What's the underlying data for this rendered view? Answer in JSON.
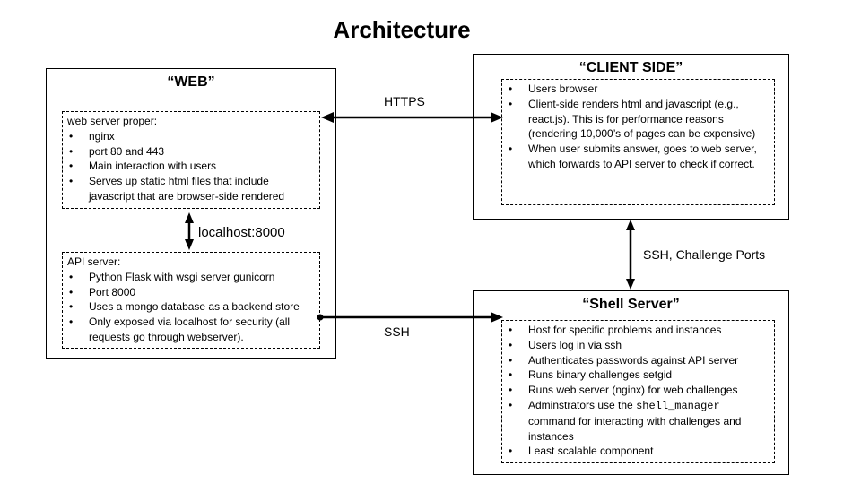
{
  "title": "Architecture",
  "web": {
    "title": "“WEB”",
    "web_server": {
      "heading": "web server proper:",
      "items": [
        "nginx",
        "port 80 and 443",
        "Main interaction with users",
        "Serves up static html files that include javascript that are browser-side rendered"
      ]
    },
    "api_server": {
      "heading": "API server:",
      "items": [
        "Python Flask with wsgi server gunicorn",
        "Port 8000",
        "Uses a mongo database as a backend store",
        "Only exposed via localhost for security (all requests go through webserver)."
      ]
    },
    "link_label": "localhost:8000"
  },
  "client": {
    "title": "“CLIENT SIDE”",
    "items": [
      "Users browser",
      "Client-side renders html and javascript (e.g., react.js). This is for performance reasons (rendering 10,000’s of pages can be expensive)",
      "When user submits answer, goes to web server, which forwards to API server to check if correct."
    ]
  },
  "shell": {
    "title": "“Shell Server”",
    "items": [
      "Host for specific problems and instances",
      "Users log in via ssh",
      "Authenticates passwords against API server",
      "Runs binary challenges setgid",
      "Runs web server (nginx) for web challenges"
    ],
    "admin_item": {
      "pre": "Adminstrators use the ",
      "code": "shell_manager",
      "post": " command for interacting with challenges and instances"
    },
    "last_item": "Least scalable component"
  },
  "connections": {
    "https": "HTTPS",
    "ssh": "SSH",
    "ssh_ports": "SSH, Challenge Ports"
  }
}
